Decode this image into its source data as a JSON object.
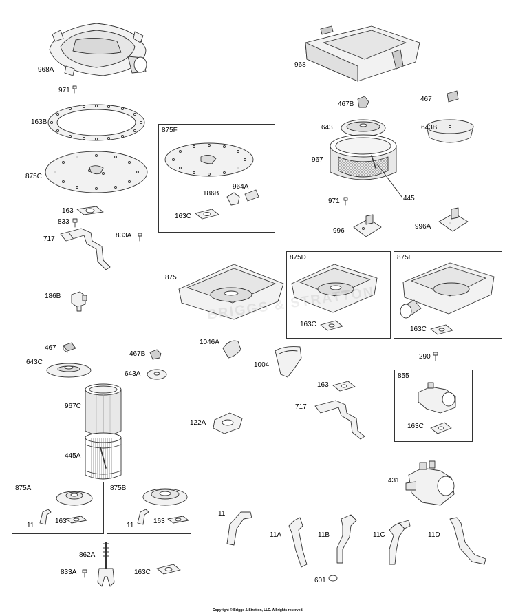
{
  "colors": {
    "line": "#333333",
    "fill": "#f2f2f2",
    "shade": "#d9d9d9",
    "dark": "#888888"
  },
  "watermark": "BRIGGS & STRATTON",
  "copyright": "Copyright © Briggs & Stratton, LLC. All rights reserved.",
  "boxes": {
    "b875F": "875F",
    "b875D": "875D",
    "b875E": "875E",
    "b855": "855",
    "b875A": "875A",
    "b875B": "875B"
  },
  "labels": {
    "p968A": "968A",
    "p971a": "971",
    "p163B": "163B",
    "p875C": "875C",
    "p163a": "163",
    "p833a": "833",
    "p717a": "717",
    "p833Aa": "833A",
    "p186Ba": "186B",
    "p467a": "467",
    "p643C": "643C",
    "p467Ba": "467B",
    "p643A": "643A",
    "p967C": "967C",
    "p445A": "445A",
    "p11a": "11",
    "p163c": "163",
    "p11b": "11",
    "p163d": "163",
    "p862A": "862A",
    "p833Ab": "833A",
    "p163Cc": "163C",
    "p968": "968",
    "p467Bb": "467B",
    "p467b": "467",
    "p643": "643",
    "p643B": "643B",
    "p967": "967",
    "p445": "445",
    "p971b": "971",
    "p996": "996",
    "p996A": "996A",
    "p186Bb": "186B",
    "p964A": "964A",
    "p163Ca": "163C",
    "p875": "875",
    "p163Cd": "163C",
    "p163Ce": "163C",
    "p1046A": "1046A",
    "p1004": "1004",
    "p290": "290",
    "p163b": "163",
    "p717b": "717",
    "p122A": "122A",
    "p163Cf": "163C",
    "p431": "431",
    "p11c": "11",
    "p11A": "11A",
    "p11B": "11B",
    "p11C": "11C",
    "p11D": "11D",
    "p601": "601"
  }
}
